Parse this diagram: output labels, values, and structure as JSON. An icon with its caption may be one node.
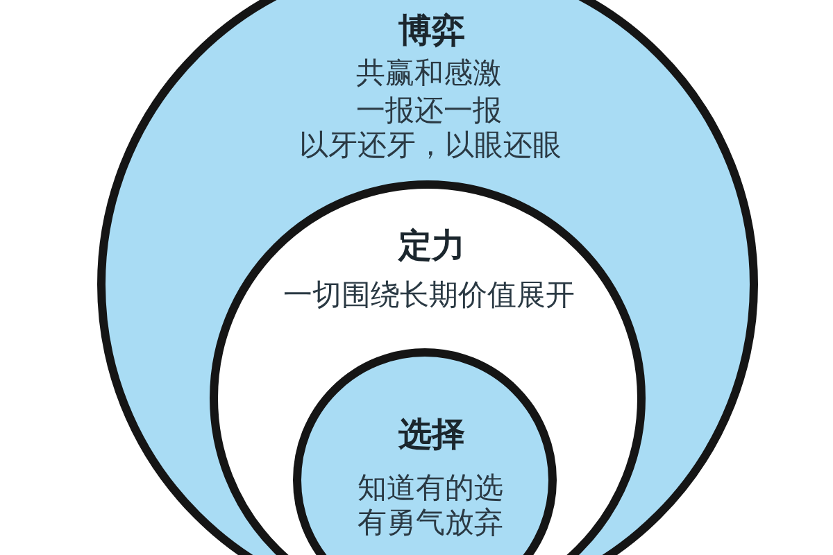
{
  "diagram": {
    "nodes": [
      {
        "text": [
          "博弈",
          "共赢和感激",
          "一报还一报",
          "以牙还牙，以眼还眼"
        ]
      },
      {
        "text": [
          "定力",
          "一切围绕长期价值展开"
        ],
        "in": 0
      },
      {
        "text": [
          "选择",
          "知道有的选",
          "有勇气放弃"
        ],
        "in": 1
      }
    ]
  }
}
